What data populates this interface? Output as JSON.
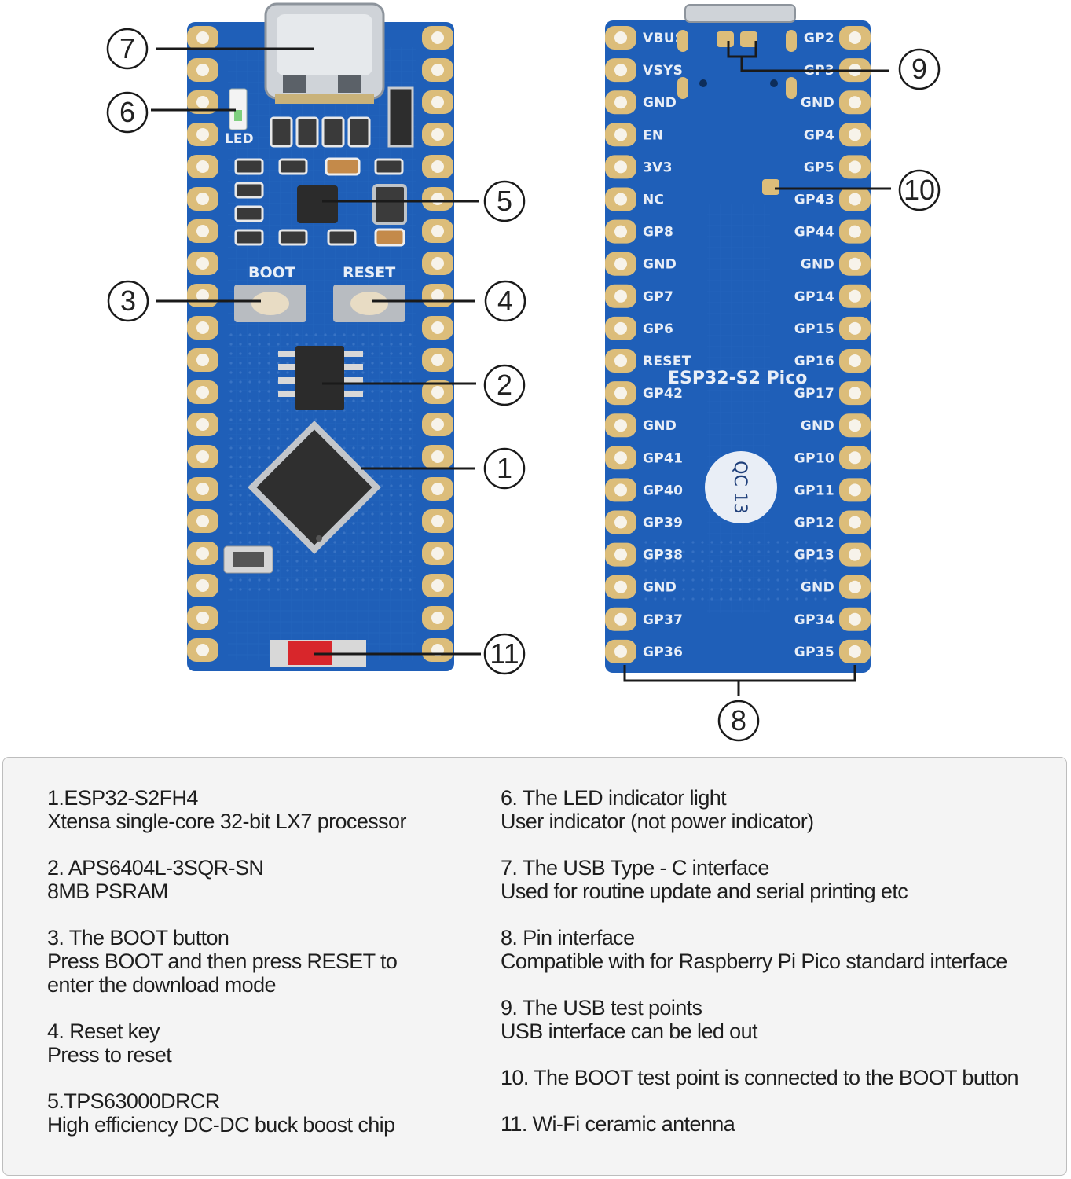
{
  "board": {
    "silkscreen": {
      "led": "LED",
      "boot": "BOOT",
      "reset": "RESET",
      "board_name": "ESP32-S2 Pico",
      "qc_sticker": "QC 13"
    },
    "left_pins": [
      "VBUS",
      "VSYS",
      "GND",
      "EN",
      "3V3",
      "NC",
      "GP8",
      "GND",
      "GP7",
      "GP6",
      "RESET",
      "GP42",
      "GND",
      "GP41",
      "GP40",
      "GP39",
      "GP38",
      "GND",
      "GP37",
      "GP36"
    ],
    "right_pins": [
      "GP2",
      "GP3",
      "GND",
      "GP4",
      "GP5",
      "GP43",
      "GP44",
      "GND",
      "GP14",
      "GP15",
      "GP16",
      "GP17",
      "GND",
      "GP10",
      "GP11",
      "GP12",
      "GP13",
      "GND",
      "GP34",
      "GP35"
    ]
  },
  "callouts": [
    "1",
    "2",
    "3",
    "4",
    "5",
    "6",
    "7",
    "8",
    "9",
    "10",
    "11"
  ],
  "legend": {
    "left": [
      {
        "title": "1.ESP32-S2FH4",
        "lines": [
          "Xtensa single-core 32-bit LX7 processor"
        ]
      },
      {
        "title": "2. APS6404L-3SQR-SN",
        "lines": [
          "8MB PSRAM"
        ]
      },
      {
        "title": "3. The BOOT button",
        "lines": [
          "Press BOOT and then press RESET to",
          "enter the download mode"
        ]
      },
      {
        "title": "4. Reset key",
        "lines": [
          "Press to reset"
        ]
      },
      {
        "title": "5.TPS63000DRCR",
        "lines": [
          "High efficiency DC-DC buck boost chip"
        ]
      }
    ],
    "right": [
      {
        "title": "6. The LED indicator light",
        "lines": [
          "User indicator (not power indicator)"
        ]
      },
      {
        "title": "7. The USB Type - C interface",
        "lines": [
          "Used for routine update and serial printing etc"
        ]
      },
      {
        "title": "8. Pin interface",
        "lines": [
          "Compatible with for Raspberry Pi Pico standard interface"
        ]
      },
      {
        "title": "9. The USB test points",
        "lines": [
          "USB interface can be led out"
        ]
      },
      {
        "title": "10. The BOOT test point is connected to the BOOT button",
        "lines": []
      },
      {
        "title": "11. Wi-Fi ceramic antenna",
        "lines": []
      }
    ]
  },
  "colors": {
    "pcb": "#1f5fb8",
    "pcb_dark": "#184f9c",
    "pad_gold": "#dcbd7a",
    "chip": "#2b2b2b",
    "button_cap": "#e8dcc4",
    "antenna_red": "#d8262b",
    "qc_sticker": "#e9eef6"
  }
}
